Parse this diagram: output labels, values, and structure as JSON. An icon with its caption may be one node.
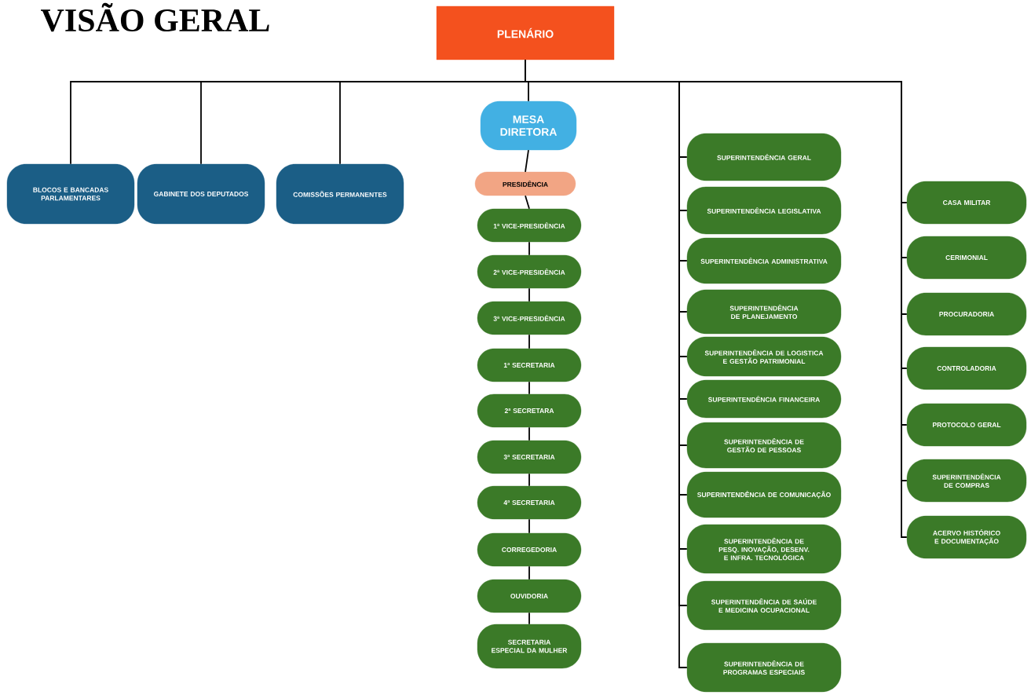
{
  "diagram": {
    "title": "VISÃO GERAL",
    "nodes": [
      {
        "text": [
          "PLENÁRIO"
        ]
      },
      {
        "text": [
          "BLOCOS E BANCADAS PARLAMENTARES"
        ]
      },
      {
        "text": [
          "GABINETE DOS DEPUTADOS"
        ]
      },
      {
        "text": [
          "COMISSÕES PERMANENTES"
        ]
      },
      {
        "text": [
          "MESA DIRETORA"
        ]
      },
      {
        "text": [
          "PRESIDÊNCIA"
        ]
      },
      {
        "text": [
          "1ª VICE-PRESIDÊNCIA"
        ]
      },
      {
        "text": [
          "2ª VICE-PRESIDÊNCIA"
        ]
      },
      {
        "text": [
          "3ª VICE-PRESIDÊNCIA"
        ]
      },
      {
        "text": [
          "1ª SECRETARIA"
        ]
      },
      {
        "text": [
          "2ª SECRETARA"
        ]
      },
      {
        "text": [
          "3ª SECRETARIA"
        ]
      },
      {
        "text": [
          "4ª SECRETARIA"
        ]
      },
      {
        "text": [
          "CORREGEDORIA"
        ]
      },
      {
        "text": [
          "OUVIDORIA"
        ]
      },
      {
        "text": [
          "SECRETARIA ESPECIAL DA MULHER"
        ]
      },
      {
        "text": [
          "SUPERINTENDÊNCIA GERAL"
        ]
      },
      {
        "text": [
          "SUPERINTENDÊNCIA LEGISLATIVA"
        ]
      },
      {
        "text": [
          "SUPERINTENDÊNCIA ADMINISTRATIVA"
        ]
      },
      {
        "text": [
          "SUPERINTENDÊNCIA DE PLANEJAMENTO"
        ]
      },
      {
        "text": [
          "SUPERINTENDÊNCIA DE LOGISTICA E GESTÃO PATRIMONIAL"
        ]
      },
      {
        "text": [
          "SUPERINTENDÊNCIA FINANCEIRA"
        ]
      },
      {
        "text": [
          "SUPERINTENDÊNCIA DE GESTÃO DE PESSOAS"
        ]
      },
      {
        "text": [
          "SUPERINTENDÊNCIA DE COMUNICAÇÃO"
        ]
      },
      {
        "text": [
          "SUPERINTENDÊNCIA DE PESQ. INOVAÇÃO, DESENV. E INFRA. TECNOLÓGICA"
        ]
      },
      {
        "text": [
          "SUPERINTENDÊNCIA DE SAÚDE E MEDICINA OCUPACIONAL"
        ]
      },
      {
        "text": [
          "SUPERINTENDÊNCIA DE PROGRAMAS ESPECIAIS"
        ]
      },
      {
        "text": [
          "CASA MILITAR"
        ]
      },
      {
        "text": [
          "CERIMONIAL"
        ]
      },
      {
        "text": [
          "PROCURADORIA"
        ]
      },
      {
        "text": [
          "CONTROLADORIA"
        ]
      },
      {
        "text": [
          "PROTOCOLO GERAL"
        ]
      },
      {
        "text": [
          "SUPERINTENDÊNCIA DE COMPRAS"
        ]
      },
      {
        "text": [
          "ACERVO HISTÓRICO E DOCUMENTAÇÃO"
        ]
      }
    ],
    "edges": [
      {
        "from": 0,
        "to": 1,
        "arrow": "none"
      },
      {
        "from": 0,
        "to": 2,
        "arrow": "none"
      },
      {
        "from": 0,
        "to": 3,
        "arrow": "none"
      },
      {
        "from": 0,
        "to": 4,
        "arrow": "none"
      },
      {
        "from": 4,
        "to": 5,
        "arrow": "none"
      },
      {
        "from": 5,
        "to": 6,
        "arrow": "none"
      },
      {
        "from": 6,
        "to": 7,
        "arrow": "none"
      },
      {
        "from": 7,
        "to": 8,
        "arrow": "none"
      },
      {
        "from": 8,
        "to": 9,
        "arrow": "none"
      },
      {
        "from": 9,
        "to": 10,
        "arrow": "none"
      },
      {
        "from": 10,
        "to": 11,
        "arrow": "none"
      },
      {
        "from": 11,
        "to": 12,
        "arrow": "none"
      },
      {
        "from": 12,
        "to": 13,
        "arrow": "none"
      },
      {
        "from": 13,
        "to": 14,
        "arrow": "none"
      },
      {
        "from": 14,
        "to": 15,
        "arrow": "none"
      },
      {
        "from": 0,
        "to": 16,
        "arrow": "none"
      },
      {
        "from": 0,
        "to": 17,
        "arrow": "none"
      },
      {
        "from": 0,
        "to": 18,
        "arrow": "none"
      },
      {
        "from": 0,
        "to": 19,
        "arrow": "none"
      },
      {
        "from": 0,
        "to": 20,
        "arrow": "none"
      },
      {
        "from": 0,
        "to": 21,
        "arrow": "none"
      },
      {
        "from": 0,
        "to": 22,
        "arrow": "none"
      },
      {
        "from": 0,
        "to": 23,
        "arrow": "none"
      },
      {
        "from": 0,
        "to": 24,
        "arrow": "none"
      },
      {
        "from": 0,
        "to": 25,
        "arrow": "none"
      },
      {
        "from": 0,
        "to": 26,
        "arrow": "none"
      },
      {
        "from": 0,
        "to": 27,
        "arrow": "none"
      },
      {
        "from": 0,
        "to": 28,
        "arrow": "none"
      },
      {
        "from": 0,
        "to": 29,
        "arrow": "none"
      },
      {
        "from": 0,
        "to": 30,
        "arrow": "none"
      },
      {
        "from": 0,
        "to": 31,
        "arrow": "none"
      },
      {
        "from": 0,
        "to": 32,
        "arrow": "none"
      },
      {
        "from": 0,
        "to": 33,
        "arrow": "none"
      }
    ]
  }
}
